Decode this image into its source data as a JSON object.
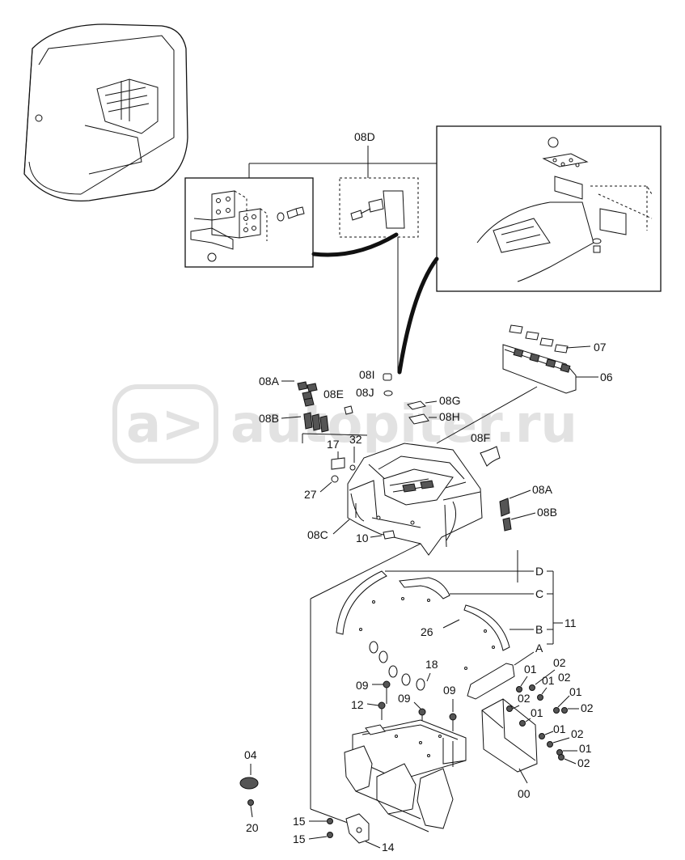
{
  "watermark": {
    "text": "autopiter.ru",
    "logo_glyph": "a>"
  },
  "labels": {
    "l_08D": "08D",
    "l_07": "07",
    "l_06": "06",
    "l_08A_top": "08A",
    "l_08E": "08E",
    "l_08I": "08I",
    "l_08J": "08J",
    "l_08G": "08G",
    "l_08H": "08H",
    "l_08B_top": "08B",
    "l_17": "17",
    "l_32": "32",
    "l_08F": "08F",
    "l_27": "27",
    "l_08A_right": "08A",
    "l_08B_right": "08B",
    "l_08C": "08C",
    "l_10": "10",
    "l_D": "D",
    "l_C": "C",
    "l_11": "11",
    "l_B": "B",
    "l_26": "26",
    "l_A": "A",
    "l_18": "18",
    "l_09_a": "09",
    "l_09_b": "09",
    "l_09_c": "09",
    "l_12": "12",
    "l_01_a": "01",
    "l_02_a": "02",
    "l_01_b": "01",
    "l_02_b": "02",
    "l_02_c": "02",
    "l_01_c": "01",
    "l_02_d": "02",
    "l_01_d": "01",
    "l_01_e": "01",
    "l_02_e": "02",
    "l_01_f": "01",
    "l_02_f": "02",
    "l_00": "00",
    "l_04": "04",
    "l_20": "20",
    "l_15_a": "15",
    "l_15_b": "15",
    "l_14": "14"
  }
}
